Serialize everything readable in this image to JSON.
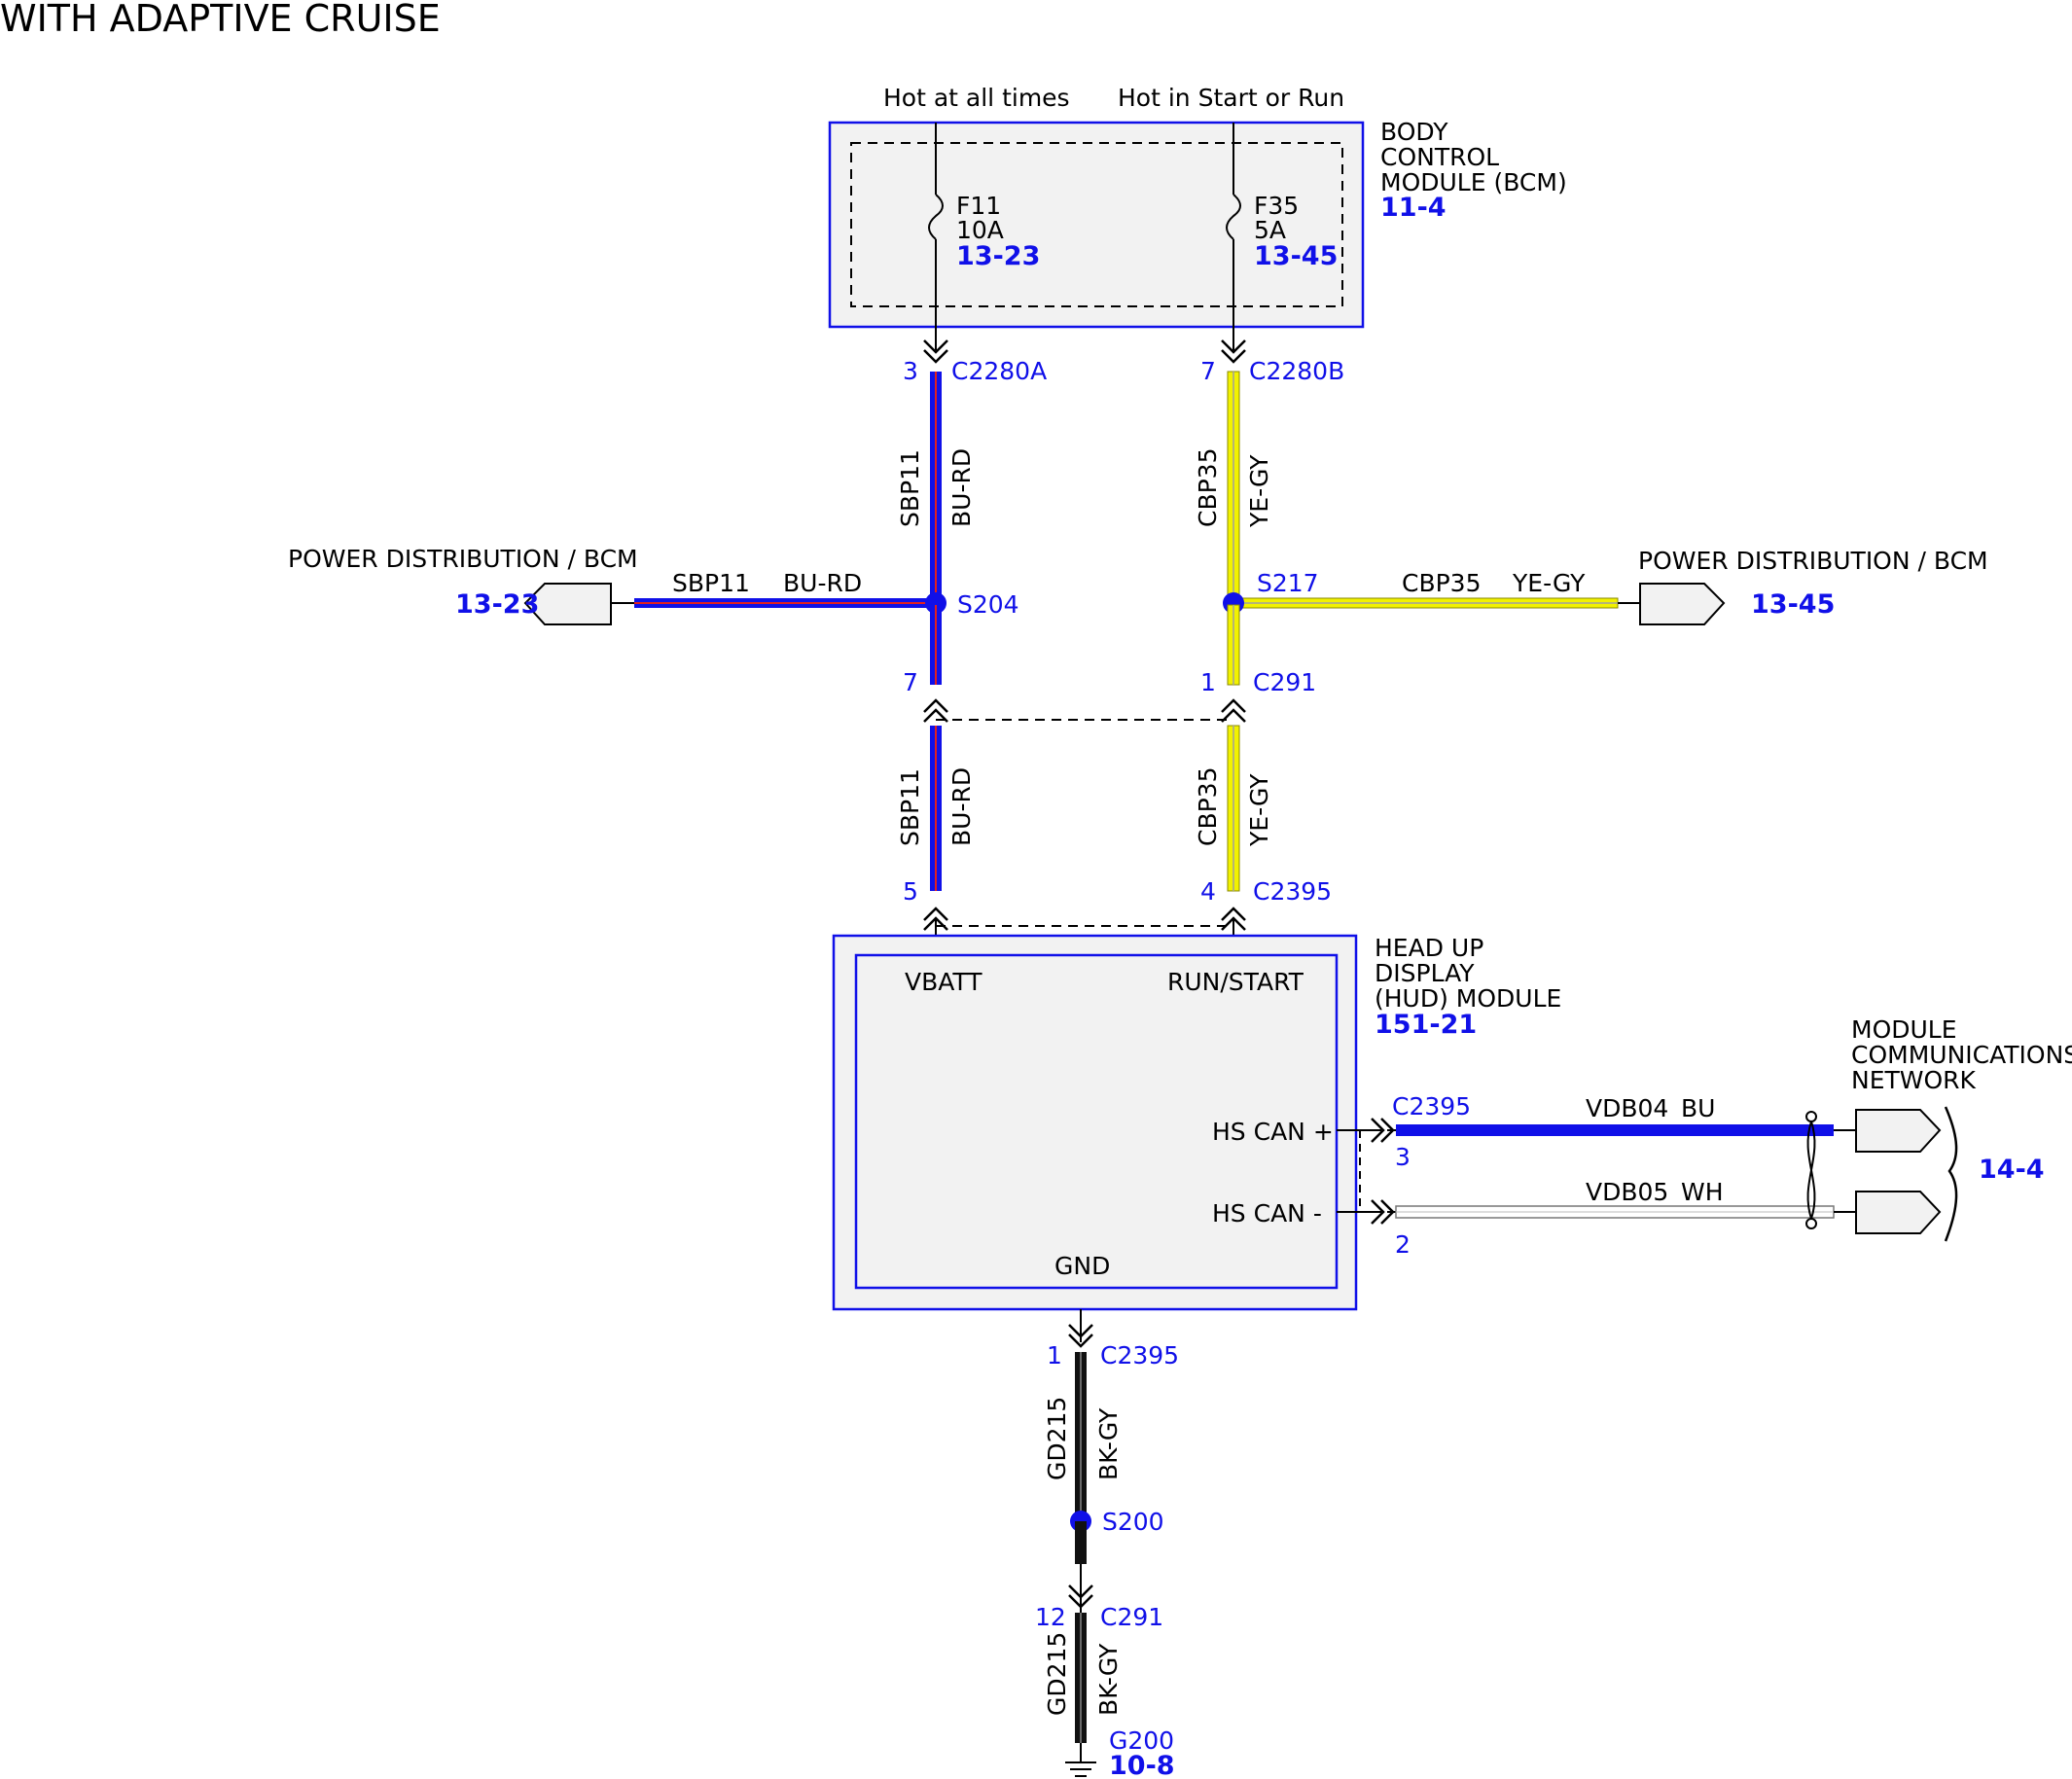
{
  "title": "WITH ADAPTIVE CRUISE",
  "feeds": {
    "left": "Hot at all times",
    "right": "Hot in Start or Run"
  },
  "bcm": {
    "name_line1": "BODY",
    "name_line2": "CONTROL",
    "name_line3": "MODULE (BCM)",
    "ref": "11-4",
    "fuse_left": {
      "id": "F11",
      "rating": "10A",
      "ref": "13-23"
    },
    "fuse_right": {
      "id": "F35",
      "rating": "5A",
      "ref": "13-45"
    }
  },
  "conn_c2280a": {
    "pin": "3",
    "name": "C2280A"
  },
  "conn_c2280b": {
    "pin": "7",
    "name": "C2280B"
  },
  "wire_sbp11_upper": {
    "circuit": "SBP11",
    "color": "BU-RD"
  },
  "wire_cbp35_upper": {
    "circuit": "CBP35",
    "color": "YE-GY"
  },
  "splice_s204": "S204",
  "splice_s217": "S217",
  "power_left": {
    "label": "POWER DISTRIBUTION / BCM",
    "ref": "13-23",
    "circuit": "SBP11",
    "color": "BU-RD"
  },
  "power_right": {
    "label": "POWER DISTRIBUTION / BCM",
    "ref": "13-45",
    "circuit": "CBP35",
    "color": "YE-GY"
  },
  "c291_left_pin": "7",
  "c291_right": {
    "pin": "1",
    "name": "C291"
  },
  "wire_sbp11_lower": {
    "circuit": "SBP11",
    "color": "BU-RD"
  },
  "wire_cbp35_lower": {
    "circuit": "CBP35",
    "color": "YE-GY"
  },
  "c2395_left_pin": "5",
  "c2395_right": {
    "pin": "4",
    "name": "C2395"
  },
  "hud": {
    "name_line1": "HEAD UP",
    "name_line2": "DISPLAY",
    "name_line3": "(HUD) MODULE",
    "ref": "151-21",
    "pin_vbatt": "VBATT",
    "pin_runstart": "RUN/START",
    "pin_hscan_plus": "HS CAN +",
    "pin_hscan_minus": "HS CAN -",
    "pin_gnd": "GND"
  },
  "can": {
    "connector": "C2395",
    "plus": {
      "pin": "3",
      "circuit": "VDB04",
      "color": "BU"
    },
    "minus": {
      "pin": "2",
      "circuit": "VDB05",
      "color": "WH"
    }
  },
  "mcn": {
    "line1": "MODULE",
    "line2": "COMMUNICATIONS",
    "line3": "NETWORK",
    "ref": "14-4"
  },
  "ground": {
    "c2395": {
      "pin": "1",
      "name": "C2395"
    },
    "wire_upper": {
      "circuit": "GD215",
      "color": "BK-GY"
    },
    "splice": "S200",
    "c291": {
      "pin": "12",
      "name": "C291"
    },
    "wire_lower": {
      "circuit": "GD215",
      "color": "BK-GY"
    },
    "g200": {
      "name": "G200",
      "ref": "10-8"
    }
  },
  "colors": {
    "blue": "#1010e8",
    "red": "#e02020",
    "yellow": "#f2f200",
    "box_fill": "#f2f2f2"
  }
}
